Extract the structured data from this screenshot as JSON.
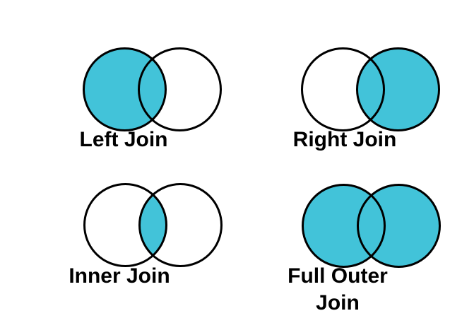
{
  "palette": {
    "shaded_fill": "#42C3D9",
    "empty_fill": "#FFFFFF",
    "outline": "#000000",
    "label_text": "#000000",
    "background": "#FFFFFF"
  },
  "diagrams": [
    {
      "id": "left-join",
      "label": "Left Join",
      "shaded_regions": [
        "left",
        "intersection"
      ]
    },
    {
      "id": "right-join",
      "label": "Right Join",
      "shaded_regions": [
        "right",
        "intersection"
      ]
    },
    {
      "id": "inner-join",
      "label": "Inner Join",
      "shaded_regions": [
        "intersection"
      ]
    },
    {
      "id": "full-outer-join",
      "label": "Full Outer Join",
      "shaded_regions": [
        "left",
        "right",
        "intersection"
      ]
    }
  ]
}
